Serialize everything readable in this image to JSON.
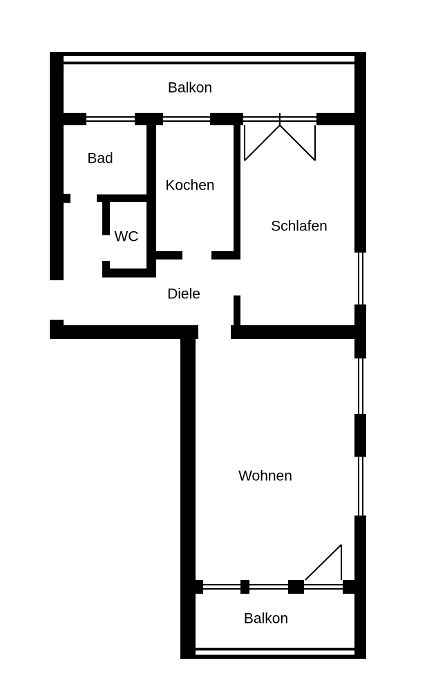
{
  "floorplan": {
    "colors": {
      "wall": "#000000",
      "background": "#ffffff"
    },
    "rooms": {
      "balkon_top": "Balkon",
      "bad": "Bad",
      "kochen": "Kochen",
      "wc": "WC",
      "schlafen": "Schlafen",
      "diele": "Diele",
      "wohnen": "Wohnen",
      "balkon_bottom": "Balkon"
    }
  }
}
